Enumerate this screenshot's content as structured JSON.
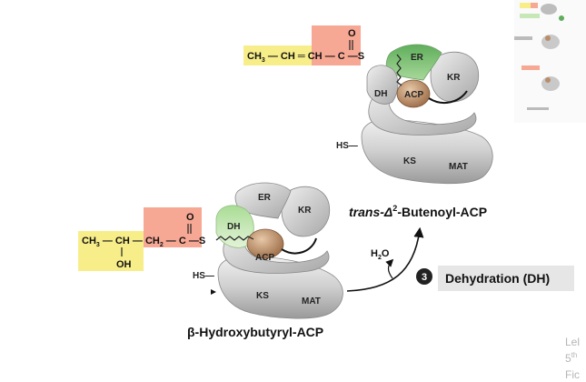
{
  "top_molecule": {
    "parts": [
      "CH",
      "3",
      "—",
      "CH",
      "═",
      "CH",
      "—",
      "C",
      "—S",
      "O"
    ],
    "name_prefix": "trans",
    "name_delta": "-Δ",
    "name_sup": "2",
    "name_suffix": "-Butenoyl-ACP"
  },
  "bottom_molecule": {
    "parts": [
      "CH",
      "3",
      "—",
      "CH",
      "—",
      "CH",
      "2",
      "—",
      "C",
      "—S",
      "OH",
      "O"
    ],
    "name": "β-Hydroxybutyryl-ACP"
  },
  "domains": {
    "er": "ER",
    "kr": "KR",
    "dh": "DH",
    "acp": "ACP",
    "ks": "KS",
    "mat": "MAT",
    "hs": "HS—"
  },
  "reaction": {
    "water": "H",
    "water_sub": "2",
    "water_o": "O",
    "step_number": "3",
    "step_label": "Dehydration (DH)"
  },
  "watermark": {
    "line1": "Lel",
    "line2": "5",
    "line2_sup": "th",
    "line3": "Fic"
  },
  "colors": {
    "yellow_highlight": "#f7ee8a",
    "salmon_highlight": "#f7a894",
    "er_green_dark": "#7fc47a",
    "dh_green_light": "#c7e8b6",
    "acp_brown": "#b98d6a",
    "protein_gray": "#c9c9c9",
    "label_box": "#e6e6e6"
  }
}
